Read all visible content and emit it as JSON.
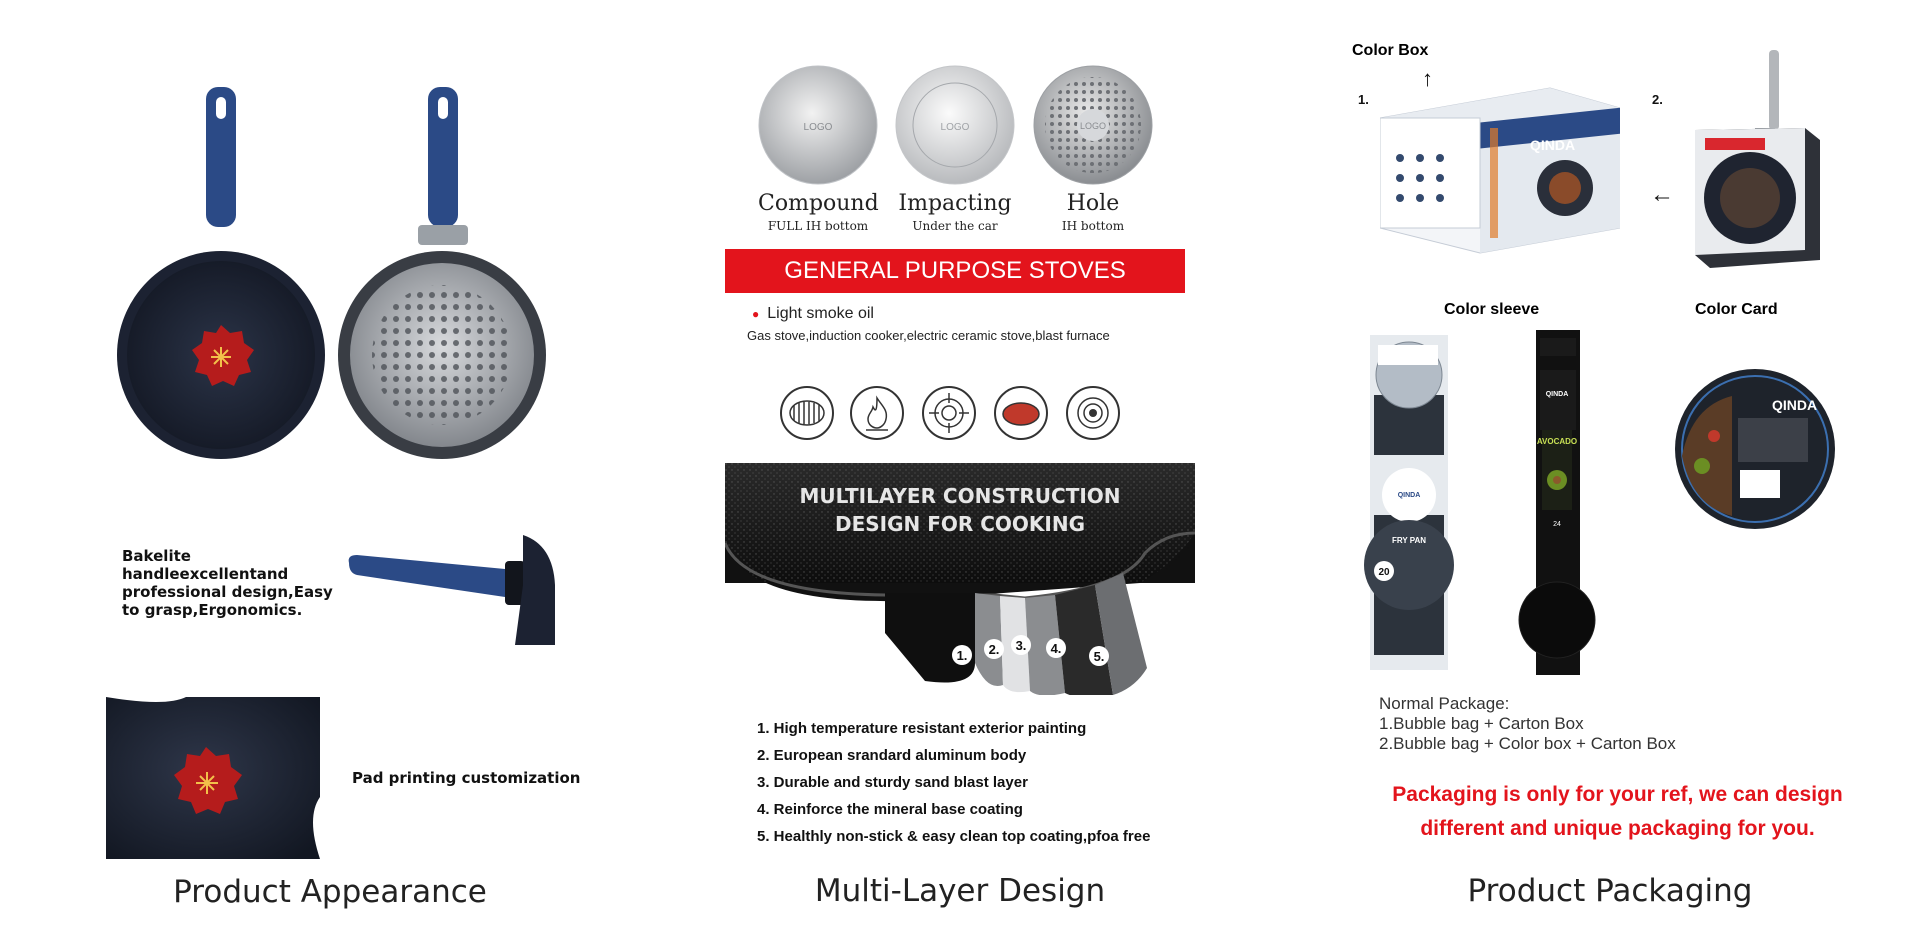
{
  "appearance": {
    "caption": "Product Appearance",
    "handle_text": "Bakelite handleexcellentand professional design,Easy to grasp,Ergonomics.",
    "pad_text": "Pad printing customization"
  },
  "multilayer": {
    "caption": "Multi-Layer Design",
    "bottoms": [
      {
        "label": "Compound",
        "sub": "FULL IH bottom",
        "logo": "LOGO"
      },
      {
        "label": "Impacting",
        "sub": "Under the car",
        "logo": "LOGO"
      },
      {
        "label": "Hole",
        "sub": "IH bottom",
        "logo": "LOGO"
      }
    ],
    "banner": "GENERAL PURPOSE STOVES",
    "oil": "Light smoke oil",
    "stoves": "Gas stove,induction cooker,electric ceramic stove,blast furnace",
    "stove_icons": [
      "induction-coil-icon",
      "flame-icon",
      "gas-burner-icon",
      "ceramic-plate-icon",
      "halogen-icon"
    ],
    "construction_title_1": "MULTILAYER CONSTRUCTION",
    "construction_title_2": "DESIGN FOR COOKING",
    "layer_numbers": [
      "1.",
      "2.",
      "3.",
      "4.",
      "5."
    ],
    "layers": [
      "1. High temperature resistant exterior painting",
      "2. European srandard aluminum body",
      "3. Durable and sturdy sand blast layer",
      "4. Reinforce the mineral base coating",
      "5. Healthly non-stick & easy clean top coating,pfoa free"
    ]
  },
  "packaging": {
    "caption": "Product Packaging",
    "color_box": "Color Box",
    "num1": "1.",
    "num2": "2.",
    "color_sleeve": "Color sleeve",
    "color_card": "Color Card",
    "brand": "QINDA",
    "sleeve_label_1": "FRY PAN",
    "sleeve_label_2": "AVOCADO",
    "size_20": "20",
    "size_24": "24",
    "normal_title": "Normal Package:",
    "normal_1": "1.Bubble bag + Carton Box",
    "normal_2": "2.Bubble bag + Color box + Carton Box",
    "note_1": "Packaging is only for your ref, we can design",
    "note_2": "different and unique packaging for you."
  }
}
